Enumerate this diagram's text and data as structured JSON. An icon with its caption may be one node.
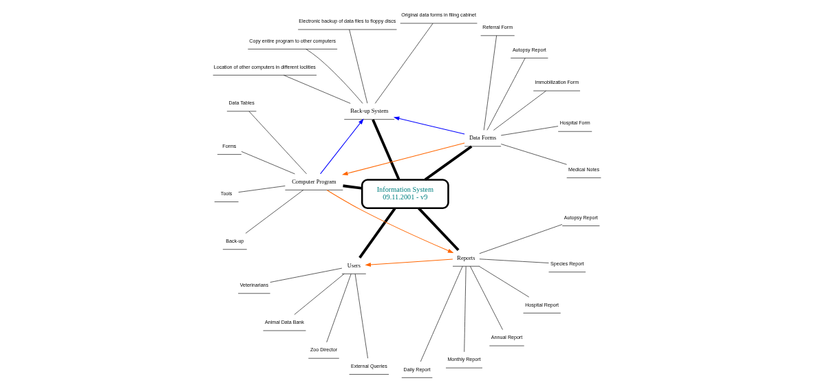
{
  "diagram": {
    "nodes": [
      {
        "text": [
          "Information System",
          "09.11.2001 - v9"
        ]
      },
      {
        "text": [
          "Data Forms"
        ]
      },
      {
        "text": [
          "Medical Notes"
        ]
      },
      {
        "text": [
          "Hospital Form"
        ]
      },
      {
        "text": [
          "Immobilization Form"
        ]
      },
      {
        "text": [
          "Autopsy Report"
        ]
      },
      {
        "text": [
          "Referral Form"
        ]
      },
      {
        "text": [
          "Back-up System"
        ]
      },
      {
        "text": [
          "Original data forms in filing cabinet"
        ]
      },
      {
        "text": [
          "Electronic backup of data files to floppy discs"
        ]
      },
      {
        "text": [
          "Copy entire program to other computers"
        ]
      },
      {
        "text": [
          "Location of other computers in different loclities"
        ]
      },
      {
        "text": [
          "Computer Program"
        ]
      },
      {
        "text": [
          "Data Tables"
        ]
      },
      {
        "text": [
          "Forms"
        ]
      },
      {
        "text": [
          "Tools"
        ]
      },
      {
        "text": [
          "Back-up"
        ]
      },
      {
        "text": [
          "Users"
        ]
      },
      {
        "text": [
          "Veterinarians"
        ]
      },
      {
        "text": [
          "Animal Data Bank"
        ]
      },
      {
        "text": [
          "Zoo Director"
        ]
      },
      {
        "text": [
          "External Queries"
        ]
      },
      {
        "text": [
          "Reports"
        ]
      },
      {
        "text": [
          "Daily Report"
        ]
      },
      {
        "text": [
          "Monthly Report"
        ]
      },
      {
        "text": [
          "Annual Report"
        ]
      },
      {
        "text": [
          "Hospital Report"
        ]
      },
      {
        "text": [
          "Species Report"
        ]
      },
      {
        "text": [
          "Autopsy Report"
        ]
      }
    ],
    "edges": [
      {
        "from": 0,
        "to": 1,
        "arrow": "none",
        "style": "thick"
      },
      {
        "from": 0,
        "to": 7,
        "arrow": "none",
        "style": "thick"
      },
      {
        "from": 0,
        "to": 12,
        "arrow": "none",
        "style": "thick"
      },
      {
        "from": 0,
        "to": 17,
        "arrow": "none",
        "style": "thick"
      },
      {
        "from": 0,
        "to": 22,
        "arrow": "none",
        "style": "thick"
      },
      {
        "from": 1,
        "to": 2,
        "arrow": "none"
      },
      {
        "from": 1,
        "to": 3,
        "arrow": "none"
      },
      {
        "from": 1,
        "to": 4,
        "arrow": "none"
      },
      {
        "from": 1,
        "to": 5,
        "arrow": "none"
      },
      {
        "from": 1,
        "to": 6,
        "arrow": "none"
      },
      {
        "from": 7,
        "to": 8,
        "arrow": "none"
      },
      {
        "from": 7,
        "to": 9,
        "arrow": "none"
      },
      {
        "from": 7,
        "to": 10,
        "arrow": "none"
      },
      {
        "from": 7,
        "to": 11,
        "arrow": "none"
      },
      {
        "from": 12,
        "to": 13,
        "arrow": "none"
      },
      {
        "from": 12,
        "to": 14,
        "arrow": "none"
      },
      {
        "from": 12,
        "to": 15,
        "arrow": "none"
      },
      {
        "from": 12,
        "to": 16,
        "arrow": "none"
      },
      {
        "from": 17,
        "to": 18,
        "arrow": "none"
      },
      {
        "from": 17,
        "to": 19,
        "arrow": "none"
      },
      {
        "from": 17,
        "to": 20,
        "arrow": "none"
      },
      {
        "from": 17,
        "to": 21,
        "arrow": "none"
      },
      {
        "from": 22,
        "to": 23,
        "arrow": "none"
      },
      {
        "from": 22,
        "to": 24,
        "arrow": "none"
      },
      {
        "from": 22,
        "to": 25,
        "arrow": "none"
      },
      {
        "from": 22,
        "to": 26,
        "arrow": "none"
      },
      {
        "from": 22,
        "to": 27,
        "arrow": "none"
      },
      {
        "from": 22,
        "to": 28,
        "arrow": "none"
      },
      {
        "from": 1,
        "to": 7,
        "arrow": "to",
        "color": "#0000ff"
      },
      {
        "from": 12,
        "to": 7,
        "arrow": "to",
        "color": "#0000ff"
      },
      {
        "from": 1,
        "to": 12,
        "arrow": "to",
        "color": "#ff6600"
      },
      {
        "from": 12,
        "to": 22,
        "arrow": "to",
        "color": "#ff6600"
      },
      {
        "from": 22,
        "to": 17,
        "arrow": "to",
        "color": "#ff6600"
      }
    ]
  }
}
